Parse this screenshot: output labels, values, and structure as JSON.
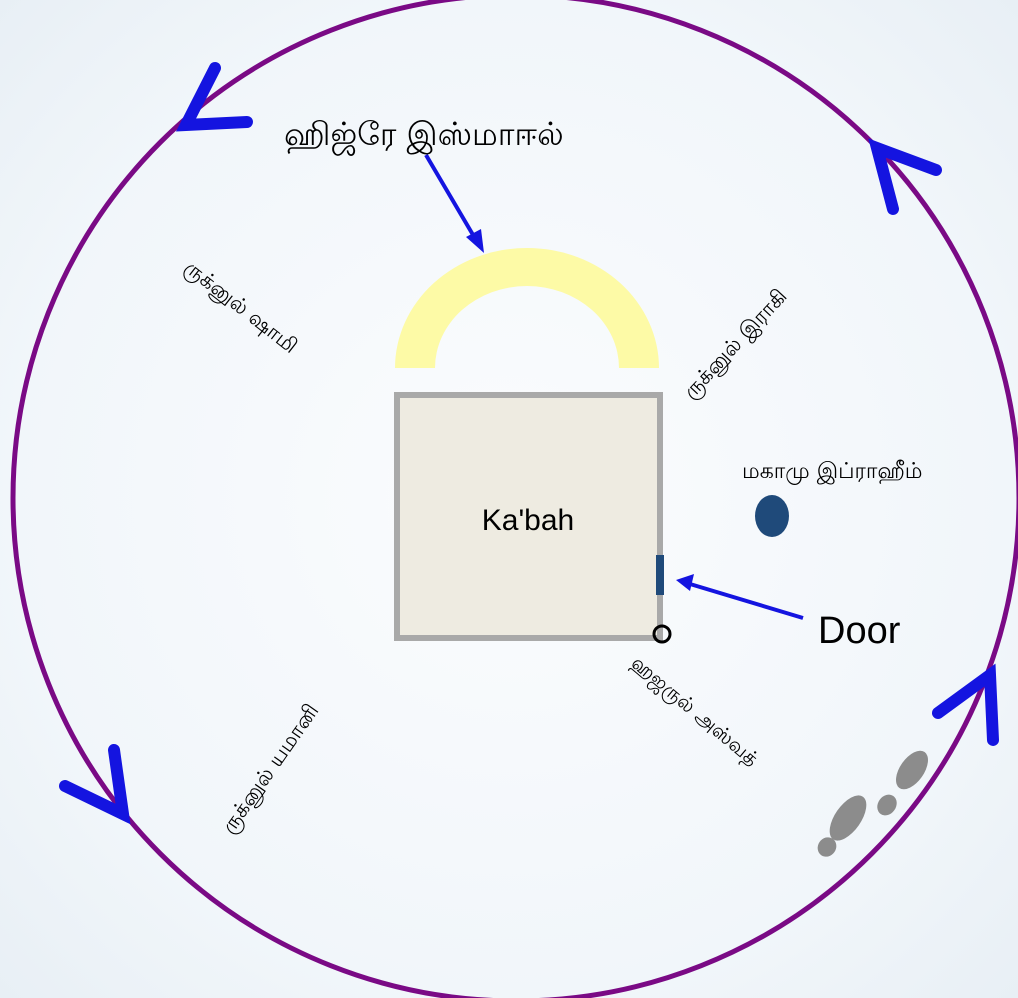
{
  "labels": {
    "hijr": "ஹிஜ்ரே இஸ்மாஈல்",
    "rukn_shami": "ருக்னுல் ஷாமி",
    "rukn_iraqi": "ருக்னுல் இராகி",
    "rukn_yamani": "ருக்னுல் யமானி",
    "hajar_aswad": "ஹஜருல் அஸ்வத்",
    "maqam": "மகாமு இப்ராஹீம்",
    "kabah": "Ka'bah",
    "door": "Door"
  },
  "colors": {
    "circle": "#7a0a85",
    "arrows": "#1414e0",
    "hijr_arc": "#fdfaa6",
    "kabah_fill": "#eeebe1",
    "kabah_border": "#a9a9a9",
    "door": "#1f4a7a",
    "maqam": "#1f4a7a",
    "footprints": "#8c8c8c"
  }
}
